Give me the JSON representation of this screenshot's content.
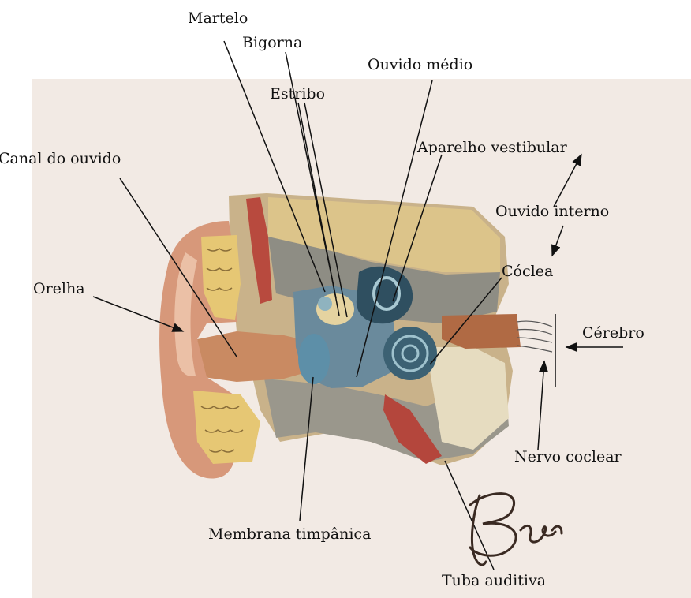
{
  "figure": {
    "labels": {
      "martelo": "Martelo",
      "bigorna": "Bigorna",
      "estribo": "Estribo",
      "ouvido_medio": "Ouvido médio",
      "canal_do_ouvido": "Canal do ouvido",
      "aparelho_vestibular": "Aparelho vestibular",
      "ouvido_interno": "Ouvido interno",
      "orelha": "Orelha",
      "coclea": "Cóclea",
      "cerebro": "Cérebro",
      "nervo_coclear": "Nervo coclear",
      "membrana_timpanica": "Membrana timpânica",
      "tuba_auditiva": "Tuba auditiva"
    },
    "signature": "Berr"
  },
  "colors": {
    "paper": "#f3ebe5",
    "skin": "#d9a07e",
    "bone": "#8a8a80",
    "cartilage_yellow": "#e2c36a",
    "middle_ear_blue": "#5f8096",
    "label_line": "#111111"
  }
}
